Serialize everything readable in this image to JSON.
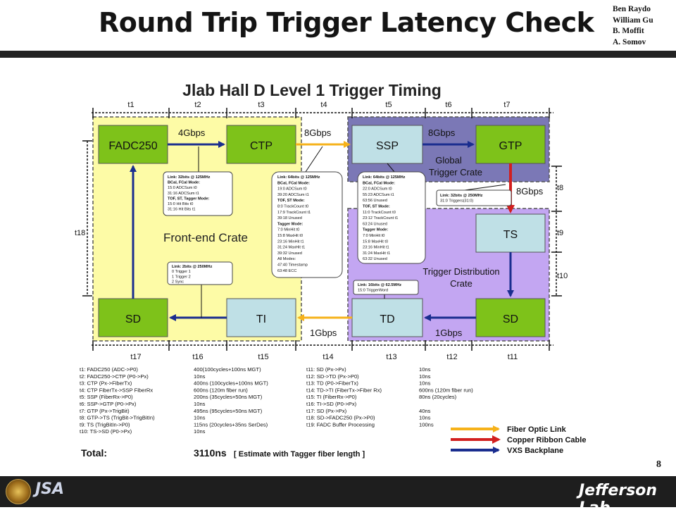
{
  "header": {
    "title": "Round Trip Trigger Latency Check",
    "authors": [
      "Ben Raydo",
      "William Gu",
      "B. Moffit",
      "A. Somov"
    ]
  },
  "diagram": {
    "title": "Jlab Hall D Level 1 Trigger Timing",
    "top_segments": [
      "t1",
      "t2",
      "t3",
      "t4",
      "t5",
      "t6",
      "t7"
    ],
    "bottom_segments": [
      "t17",
      "t16",
      "t15",
      "t14",
      "t13",
      "t12",
      "t11"
    ],
    "right_segments": [
      "t8",
      "t9",
      "t10"
    ],
    "left_segment": "t18",
    "boxes": {
      "fadc": "FADC250",
      "ctp": "CTP",
      "ssp": "SSP",
      "gtp": "GTP",
      "ts": "TS",
      "sd_right": "SD",
      "td": "TD",
      "ti": "TI",
      "sd_left": "SD"
    },
    "region_labels": {
      "frontend": "Front-end Crate",
      "global1": "Global",
      "global2": "Trigger Crate",
      "tdc1": "Trigger Distribution",
      "tdc2": "Crate"
    },
    "rates": {
      "fadc_ctp": "4Gbps",
      "ctp_ssp": "8Gbps",
      "ssp_gtp": "8Gbps",
      "gtp_ts": "8Gbps",
      "td_ti": "1Gbps",
      "sd_td": "1Gbps"
    },
    "callouts": {
      "ctp_link": [
        "Link: 32bits @ 125MHz",
        "BCal, FCal Mode:",
        "15:0   ADCSum t0",
        "31:16  ADCSum t1",
        "TOF, ST, Tagger Mode:",
        "15:0   Hit Bits t0",
        "31:16  Hit Bits t1"
      ],
      "ssp_link_left": [
        "Link: 64bits @ 125MHz",
        "BCal, FCal Mode:",
        "19:0   ADCSum t0",
        "39:20  ADCSum t1",
        "TOF, ST Mode:",
        "8:0    TrackCount t0",
        "17:9   TrackCount t1",
        "39:18  Unused",
        "Tagger Mode:",
        "7:0    MinHit t0",
        "15:8   MaxHit t0",
        "23:16  MinHit t1",
        "31:24  MaxHit t1",
        "39:32  Unused",
        "All Modes:",
        "47:40  Timestamp",
        "63:48  ECC"
      ],
      "ssp_link_right": [
        "Link: 64bits @ 125MHz",
        "BCal, FCal Mode:",
        "22:0   ADCSum t0",
        "55:23  ADCSum t1",
        "63:56  Unused",
        "TOF, ST Mode:",
        "11:0   TrackCount t0",
        "23:12  TrackCount t1",
        "63:24  Unused",
        "Tagger Mode:",
        "7:0    MinHit t0",
        "15:8   MaxHit t0",
        "23:16  MinHit t1",
        "31:24  MaxHit t1",
        "63:32  Unused"
      ],
      "gtp_link": [
        "Link: 32bits @ 250MHz",
        "31:0   Triggers(31:0)"
      ],
      "ti_link": [
        "Link: 2bits @ 250MHz",
        "0   Trigger 1",
        "1   Trigger 2",
        "2   Sync"
      ],
      "td_link": [
        "Link: 16bits @ 62.5MHz",
        "15:0  TriggerWord"
      ]
    },
    "timing_left": [
      {
        "key": "t1: FADC250 (ADC->P0)",
        "val": "400(100cycles+100ns MGT)"
      },
      {
        "key": "t2: FADC250->CTP  (P0->Px)",
        "val": "10ns"
      },
      {
        "key": "t3: CTP  (Px->FiberTx)",
        "val": "400ns (100cycles+100ns MGT)"
      },
      {
        "key": "t4: CTP FiberTx->SSP FiberRx",
        "val": "600ns (120m fiber run)"
      },
      {
        "key": "t5: SSP (FiberRx->P0)",
        "val": "200ns (35cycles+50ns MGT)"
      },
      {
        "key": "t6: SSP->GTP  (P0->Px)",
        "val": "10ns"
      },
      {
        "key": "t7: GTP  (Px->TrigBit)",
        "val": "495ns (95cycles+50ns MGT)"
      },
      {
        "key": "t8: GTP->TS  (TrigBit->TrigBitIn)",
        "val": "10ns"
      },
      {
        "key": "t9: TS (TrigBitIn->P0)",
        "val": "115ns (20cycles+35ns SerDes)"
      },
      {
        "key": "t10: TS->SD  (P0->Px)",
        "val": "10ns"
      }
    ],
    "timing_right": [
      {
        "key": "t11: SD (Px->Px)",
        "val": "10ns"
      },
      {
        "key": "t12: SD->TD  (Px->P0)",
        "val": "10ns"
      },
      {
        "key": "t13: TD  (P0->FiberTx)",
        "val": "10ns"
      },
      {
        "key": "t14: TD->TI  (FiberTx->Fiber Rx)",
        "val": "600ns (120m fiber run)"
      },
      {
        "key": "t15: TI  (FiberRx->P0)",
        "val": "80ns (20cycles)"
      },
      {
        "key": "t16: TI->SD  (P0->Px)",
        "val": ""
      },
      {
        "key": "t17: SD  (Px->Px)",
        "val": "40ns"
      },
      {
        "key": "t18: SD->FADC250  (Px->P0)",
        "val": "10ns"
      },
      {
        "key": "t19: FADC Buffer Processing",
        "val": "100ns"
      }
    ],
    "total_label": "Total:",
    "total_value": "3110ns",
    "total_note": "[ Estimate with Tagger fiber length ]",
    "legend": [
      {
        "label": "Fiber Optic Link",
        "color": "#f6b21a"
      },
      {
        "label": "Copper Ribbon Cable",
        "color": "#d21f1f"
      },
      {
        "label": "VXS Backplane",
        "color": "#1a2d8f"
      }
    ]
  },
  "footer": {
    "page_number": "8",
    "jsa_logo": "JSA",
    "jlab_logo": "Jefferson Lab"
  },
  "colors": {
    "green_box": "#7ec21a",
    "cyan_box": "#bfe0e6",
    "frontend_bg": "#fdfba6",
    "global_bg": "#7b78b6",
    "tdc_bg": "#c3a6f2"
  }
}
